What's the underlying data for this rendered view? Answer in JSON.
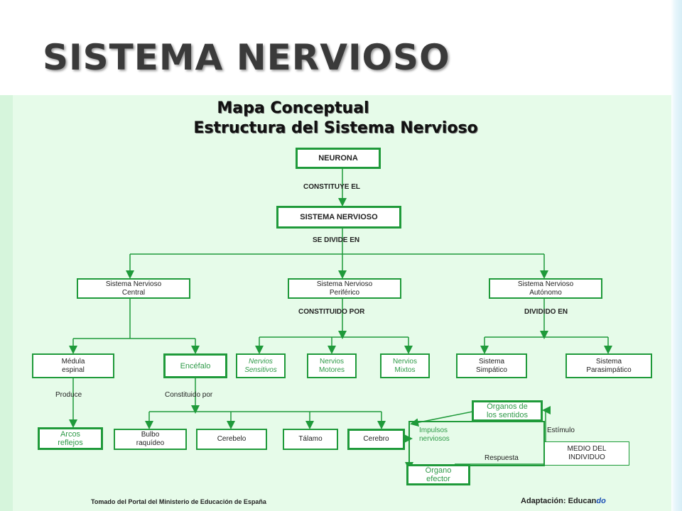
{
  "slide_title": "SISTEMA NERVIOSO",
  "map": {
    "heading1": "Mapa Conceptual",
    "heading2": "Estructura del Sistema Nervioso",
    "nodes": {
      "neurona": "NEURONA",
      "sistema_nervioso": "SISTEMA NERVIOSO",
      "snc": "Sistema Nervioso\nCentral",
      "snp": "Sistema Nervioso\nPeriférico",
      "sna": "Sistema Nervioso\nAutónomo",
      "medula": "Médula\nespinal",
      "encefalo": "Encéfalo",
      "nervios_sensitivos": "Nervios\nSensitivos",
      "nervios_motores": "Nervios\nMotores",
      "nervios_mixtos": "Nervios\nMixtos",
      "simpatico": "Sistema\nSimpático",
      "parasimpatico": "Sistema\nParasimpático",
      "arcos": "Arcos\nreflejos",
      "bulbo": "Bulbo\nraquídeo",
      "cerebelo": "Cerebelo",
      "talamo": "Tálamo",
      "cerebro": "Cerebro",
      "impulsos": "Impulsos\nnerviosos",
      "organos_sentidos": "Órganos de\nlos sentidos",
      "medio": "MEDIO DEL\nINDIVIDUO",
      "organo_efector": "Órgano\nefector"
    },
    "links": {
      "constituye": "CONSTITUYE EL",
      "se_divide": "SE DIVIDE EN",
      "constituido_por_caps": "CONSTITUIDO POR",
      "dividido_en": "DIVIDIDO EN",
      "produce": "Produce",
      "constituido_por": "Constituido por",
      "estimulo": "Estímulo",
      "respuesta": "Respuesta"
    },
    "footer_source": "Tomado del Portal del Ministerio de Educación de España",
    "footer_adapt_prefix": "Adaptación: Educan",
    "footer_adapt_suffix": "do"
  },
  "colors": {
    "node_border": "#1f9a3a",
    "panel_bg": "#e6fbe9",
    "connector": "#1f9a3a"
  }
}
